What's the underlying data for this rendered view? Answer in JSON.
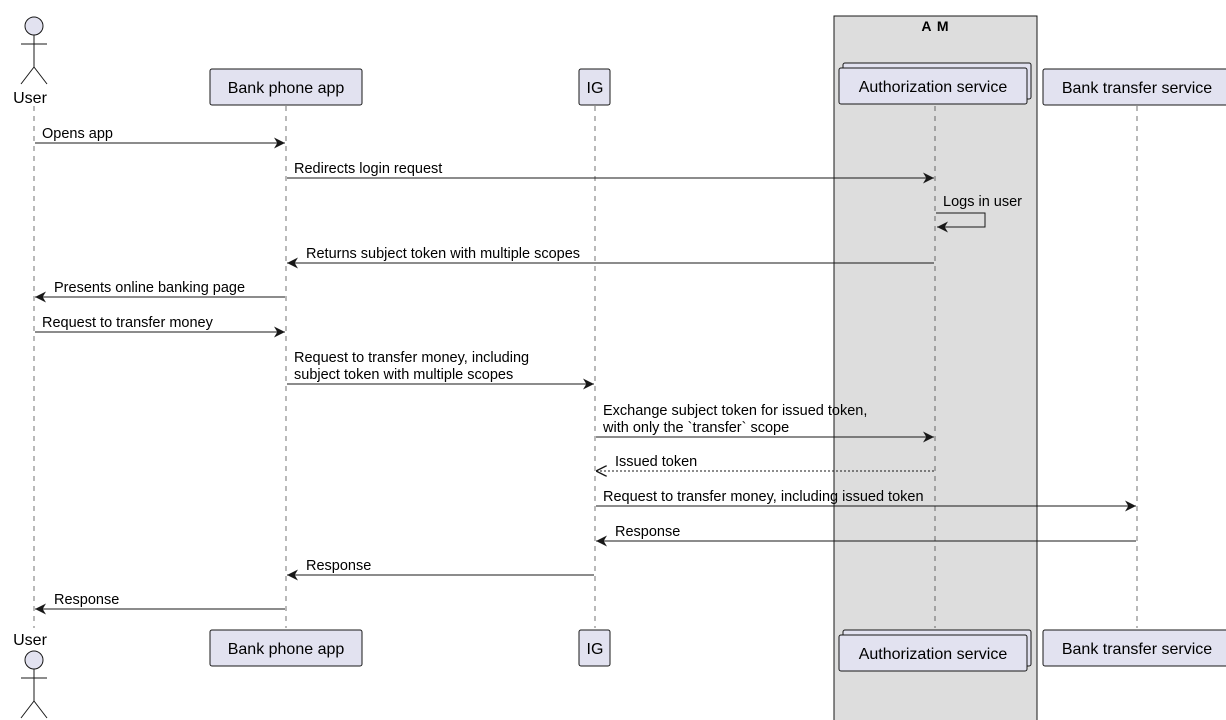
{
  "group": {
    "label": "A M"
  },
  "participants": {
    "user": "User",
    "bank_app": "Bank phone app",
    "ig": "IG",
    "auth": "Authorization service",
    "transfer": "Bank transfer service"
  },
  "messages": [
    {
      "from": "user",
      "to": "bank_app",
      "lines": [
        "Opens app"
      ],
      "style": "solid"
    },
    {
      "from": "bank_app",
      "to": "auth",
      "lines": [
        "Redirects login request"
      ],
      "style": "solid"
    },
    {
      "from": "auth",
      "to": "auth",
      "lines": [
        "Logs in user"
      ],
      "style": "solid",
      "self": true
    },
    {
      "from": "auth",
      "to": "bank_app",
      "lines": [
        "Returns subject token with multiple scopes"
      ],
      "style": "solid"
    },
    {
      "from": "bank_app",
      "to": "user",
      "lines": [
        "Presents online banking page"
      ],
      "style": "solid"
    },
    {
      "from": "user",
      "to": "bank_app",
      "lines": [
        "Request to transfer money"
      ],
      "style": "solid"
    },
    {
      "from": "bank_app",
      "to": "ig",
      "lines": [
        "Request to transfer money, including",
        "subject token with multiple scopes"
      ],
      "style": "solid"
    },
    {
      "from": "ig",
      "to": "auth",
      "lines": [
        "Exchange subject token for issued token,",
        "with only the `transfer` scope"
      ],
      "style": "solid"
    },
    {
      "from": "auth",
      "to": "ig",
      "lines": [
        "Issued token"
      ],
      "style": "dashed"
    },
    {
      "from": "ig",
      "to": "transfer",
      "lines": [
        "Request to transfer money, including issued token"
      ],
      "style": "solid"
    },
    {
      "from": "transfer",
      "to": "ig",
      "lines": [
        "Response"
      ],
      "style": "solid"
    },
    {
      "from": "ig",
      "to": "bank_app",
      "lines": [
        "Response"
      ],
      "style": "solid"
    },
    {
      "from": "bank_app",
      "to": "user",
      "lines": [
        "Response"
      ],
      "style": "solid"
    }
  ],
  "colors": {
    "participant_fill": "#e2e2f0",
    "group_fill": "#dddddd",
    "line": "#181818"
  }
}
